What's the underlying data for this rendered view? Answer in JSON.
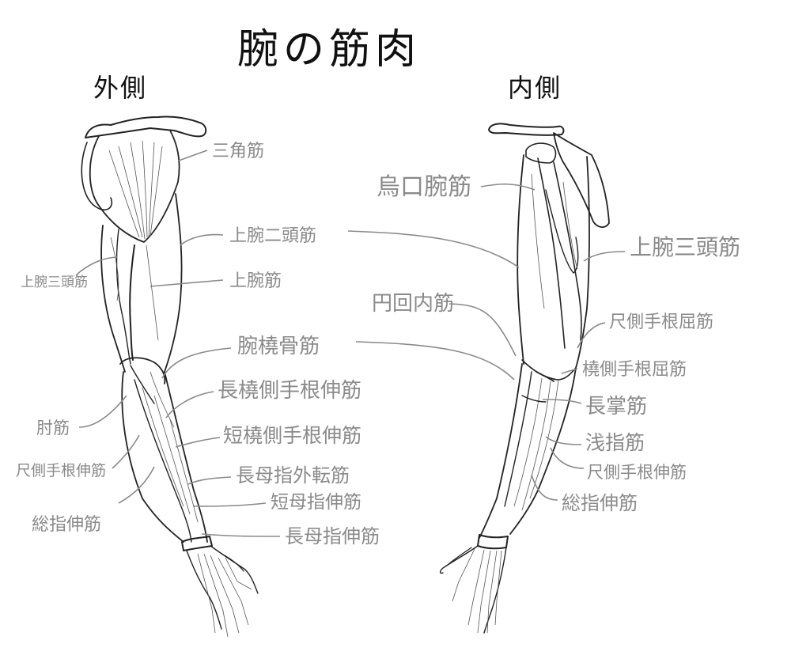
{
  "title": "腕の筋肉",
  "sides": {
    "outer": "外側",
    "inner": "内側"
  },
  "outer_labels": [
    "三角筋",
    "上腕二頭筋",
    "上腕三頭筋",
    "上腕筋",
    "腕橈骨筋",
    "長橈側手根伸筋",
    "肘筋",
    "短橈側手根伸筋",
    "尺側手根伸筋",
    "長母指外転筋",
    "短母指伸筋",
    "総指伸筋",
    "長母指伸筋"
  ],
  "inner_labels": [
    "烏口腕筋",
    "上腕三頭筋",
    "円回内筋",
    "尺側手根屈筋",
    "橈側手根屈筋",
    "長掌筋",
    "浅指筋",
    "尺側手根伸筋",
    "総指伸筋"
  ]
}
